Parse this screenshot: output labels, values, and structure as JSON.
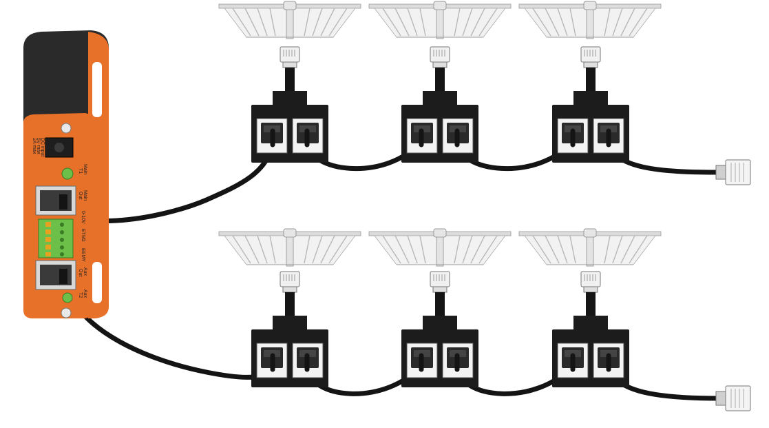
{
  "controller": {
    "dc_input_label": [
      "DC input",
      "5V max",
      "2A max"
    ],
    "port_main_t1": [
      "Main",
      "T1"
    ],
    "port_main_out": [
      "Main",
      "Out"
    ],
    "terminal_left_label": "0-10V",
    "terminal_mid_label": "ETM2",
    "terminal_right_label": "EEMY",
    "port_aux_out": [
      "Aux",
      "Out"
    ],
    "port_aux_t2": [
      "Aux",
      "T2"
    ]
  },
  "colors": {
    "controller_orange": "#e8712a",
    "controller_dark": "#2a2a2a",
    "terminal_green": "#6cc04a",
    "cable_black": "#141414",
    "splitter_black": "#1a1a1a",
    "fixture_silver": "#d8d8d8"
  },
  "icons": {
    "fixture": "grow-light-fixture-icon",
    "splitter": "rj-splitter-icon",
    "connector": "rj-connector-icon"
  }
}
